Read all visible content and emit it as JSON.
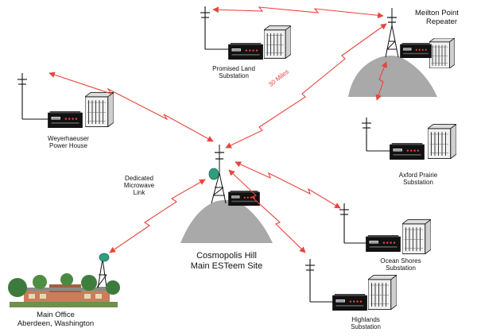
{
  "colors": {
    "link": "#e8453c",
    "hill": "#a9a9a9",
    "dish": "#2f9e80",
    "radio_body": "#111111"
  },
  "icons": {
    "antenna": "antenna-icon",
    "radio": "radio-modem-icon",
    "cabinet": "equipment-cabinet-icon",
    "hill": "hill-icon",
    "dish": "microwave-dish-icon",
    "building": "office-building-icon"
  },
  "labels": {
    "meilton_1": "Meilton Point",
    "meilton_2": "Repeater",
    "promised_1": "Promised Land",
    "promised_2": "Substation",
    "weyer_1": "Weyerhaeuser",
    "weyer_2": "Power House",
    "axford_1": "Axford Prairie",
    "axford_2": "Substation",
    "ocean_1": "Ocean Shores",
    "ocean_2": "Substation",
    "highlands_1": "Highlands",
    "highlands_2": "Substation",
    "cosmo_1": "Cosmopolis Hill",
    "cosmo_2": "Main ESTeem Site",
    "mainoffice_1": "Main Office",
    "mainoffice_2": "Aberdeen, Washington",
    "microwave_1": "Dedicated",
    "microwave_2": "Microwave",
    "microwave_3": "Link",
    "distance": "30 Miles"
  }
}
